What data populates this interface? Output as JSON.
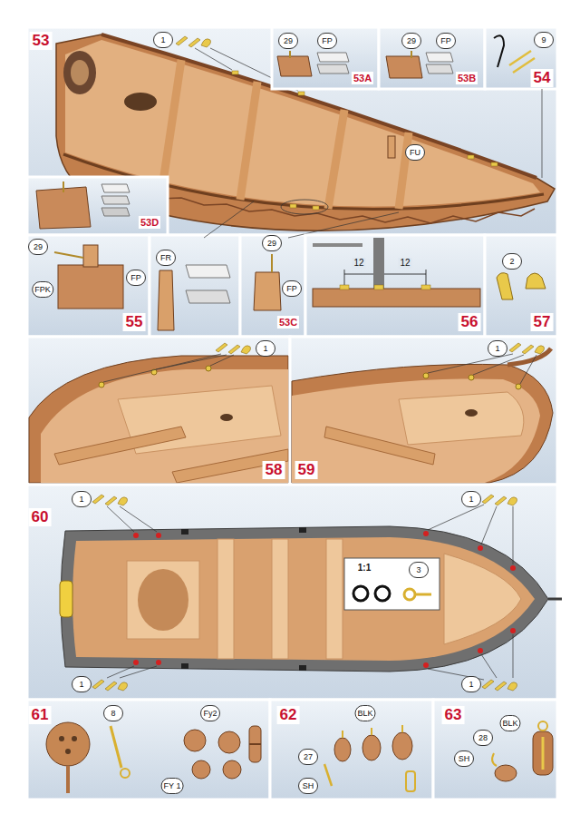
{
  "diagram": {
    "labels": [
      "53",
      "1",
      "29",
      "FP",
      "53A",
      "29",
      "FP",
      "53B",
      "9",
      "54",
      "FU",
      "53D",
      "29",
      "FP",
      "FPK",
      "55",
      "FR",
      "29",
      "FP",
      "53C",
      "12",
      "12",
      "56",
      "2",
      "57",
      "1",
      "58",
      "59",
      "1",
      "1",
      "1",
      "60",
      "1:1",
      "3",
      "1",
      "1",
      "61",
      "8",
      "Fy2",
      "FY 1",
      "62",
      "BLK",
      "27",
      "SH",
      "63",
      "BLK",
      "28",
      "SH"
    ]
  }
}
